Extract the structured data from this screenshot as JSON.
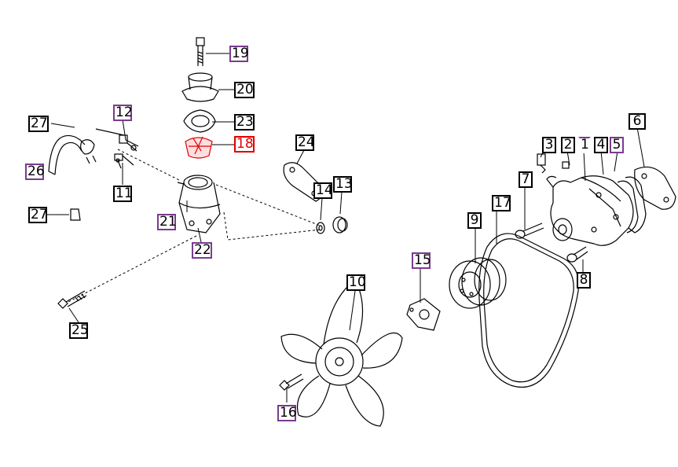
{
  "diagram": {
    "highlight_color": "#e00000",
    "link_color": "#7a3b8f",
    "part_color": "#000000"
  },
  "labels": {
    "p1": "1",
    "p2": "2",
    "p3": "3",
    "p4": "4",
    "p5": "5",
    "p6": "6",
    "p7": "7",
    "p8": "8",
    "p9": "9",
    "p10": "10",
    "p11": "11",
    "p12": "12",
    "p13": "13",
    "p14": "14",
    "p15": "15",
    "p16": "16",
    "p17": "17",
    "p18": "18",
    "p19": "19",
    "p20": "20",
    "p21": "21",
    "p22": "22",
    "p23": "23",
    "p24": "24",
    "p25": "25",
    "p26": "26",
    "p27a": "27",
    "p27b": "27"
  }
}
